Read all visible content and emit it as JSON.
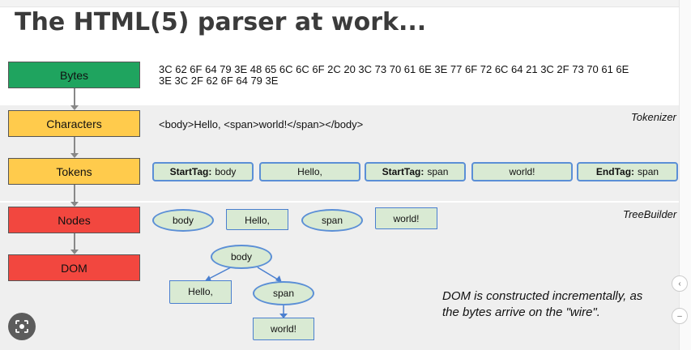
{
  "title": "The HTML(5) parser at work...",
  "stages": {
    "bytes": "Bytes",
    "characters": "Characters",
    "tokens": "Tokens",
    "nodes": "Nodes",
    "dom": "DOM"
  },
  "bytes_line1": "3C 62 6F 64 79 3E 48 65 6C 6C 6F 2C 20 3C 73 70 61 6E 3E 77 6F 72 6C 64 21 3C 2F 73 70 61 6E",
  "bytes_line2": "3E 3C 2F 62 6F 64 79 3E",
  "characters_text": "<body>Hello, <span>world!</span></body>",
  "labels": {
    "tokenizer": "Tokenizer",
    "treebuilder": "TreeBuilder"
  },
  "tokens": [
    {
      "kind": "StartTag:",
      "value": "body"
    },
    {
      "kind": "",
      "value": "Hello,"
    },
    {
      "kind": "StartTag:",
      "value": "span"
    },
    {
      "kind": "",
      "value": "world!"
    },
    {
      "kind": "EndTag:",
      "value": "span"
    }
  ],
  "nodes": [
    "body",
    "Hello,",
    "span",
    "world!"
  ],
  "dom": {
    "root": "body",
    "text1": "Hello,",
    "child": "span",
    "text2": "world!"
  },
  "note_line1": "DOM is constructed incrementally, as",
  "note_line2": "the bytes arrive on the \"wire\".",
  "colors": {
    "green": "#1fa45f",
    "yellow": "#ffcb4c",
    "red": "#f2473f",
    "token_fill": "#d9ead3",
    "token_border": "#5b8fd6"
  },
  "icons": [
    "lens-icon",
    "chevron-up-icon",
    "chevron-down-icon"
  ]
}
